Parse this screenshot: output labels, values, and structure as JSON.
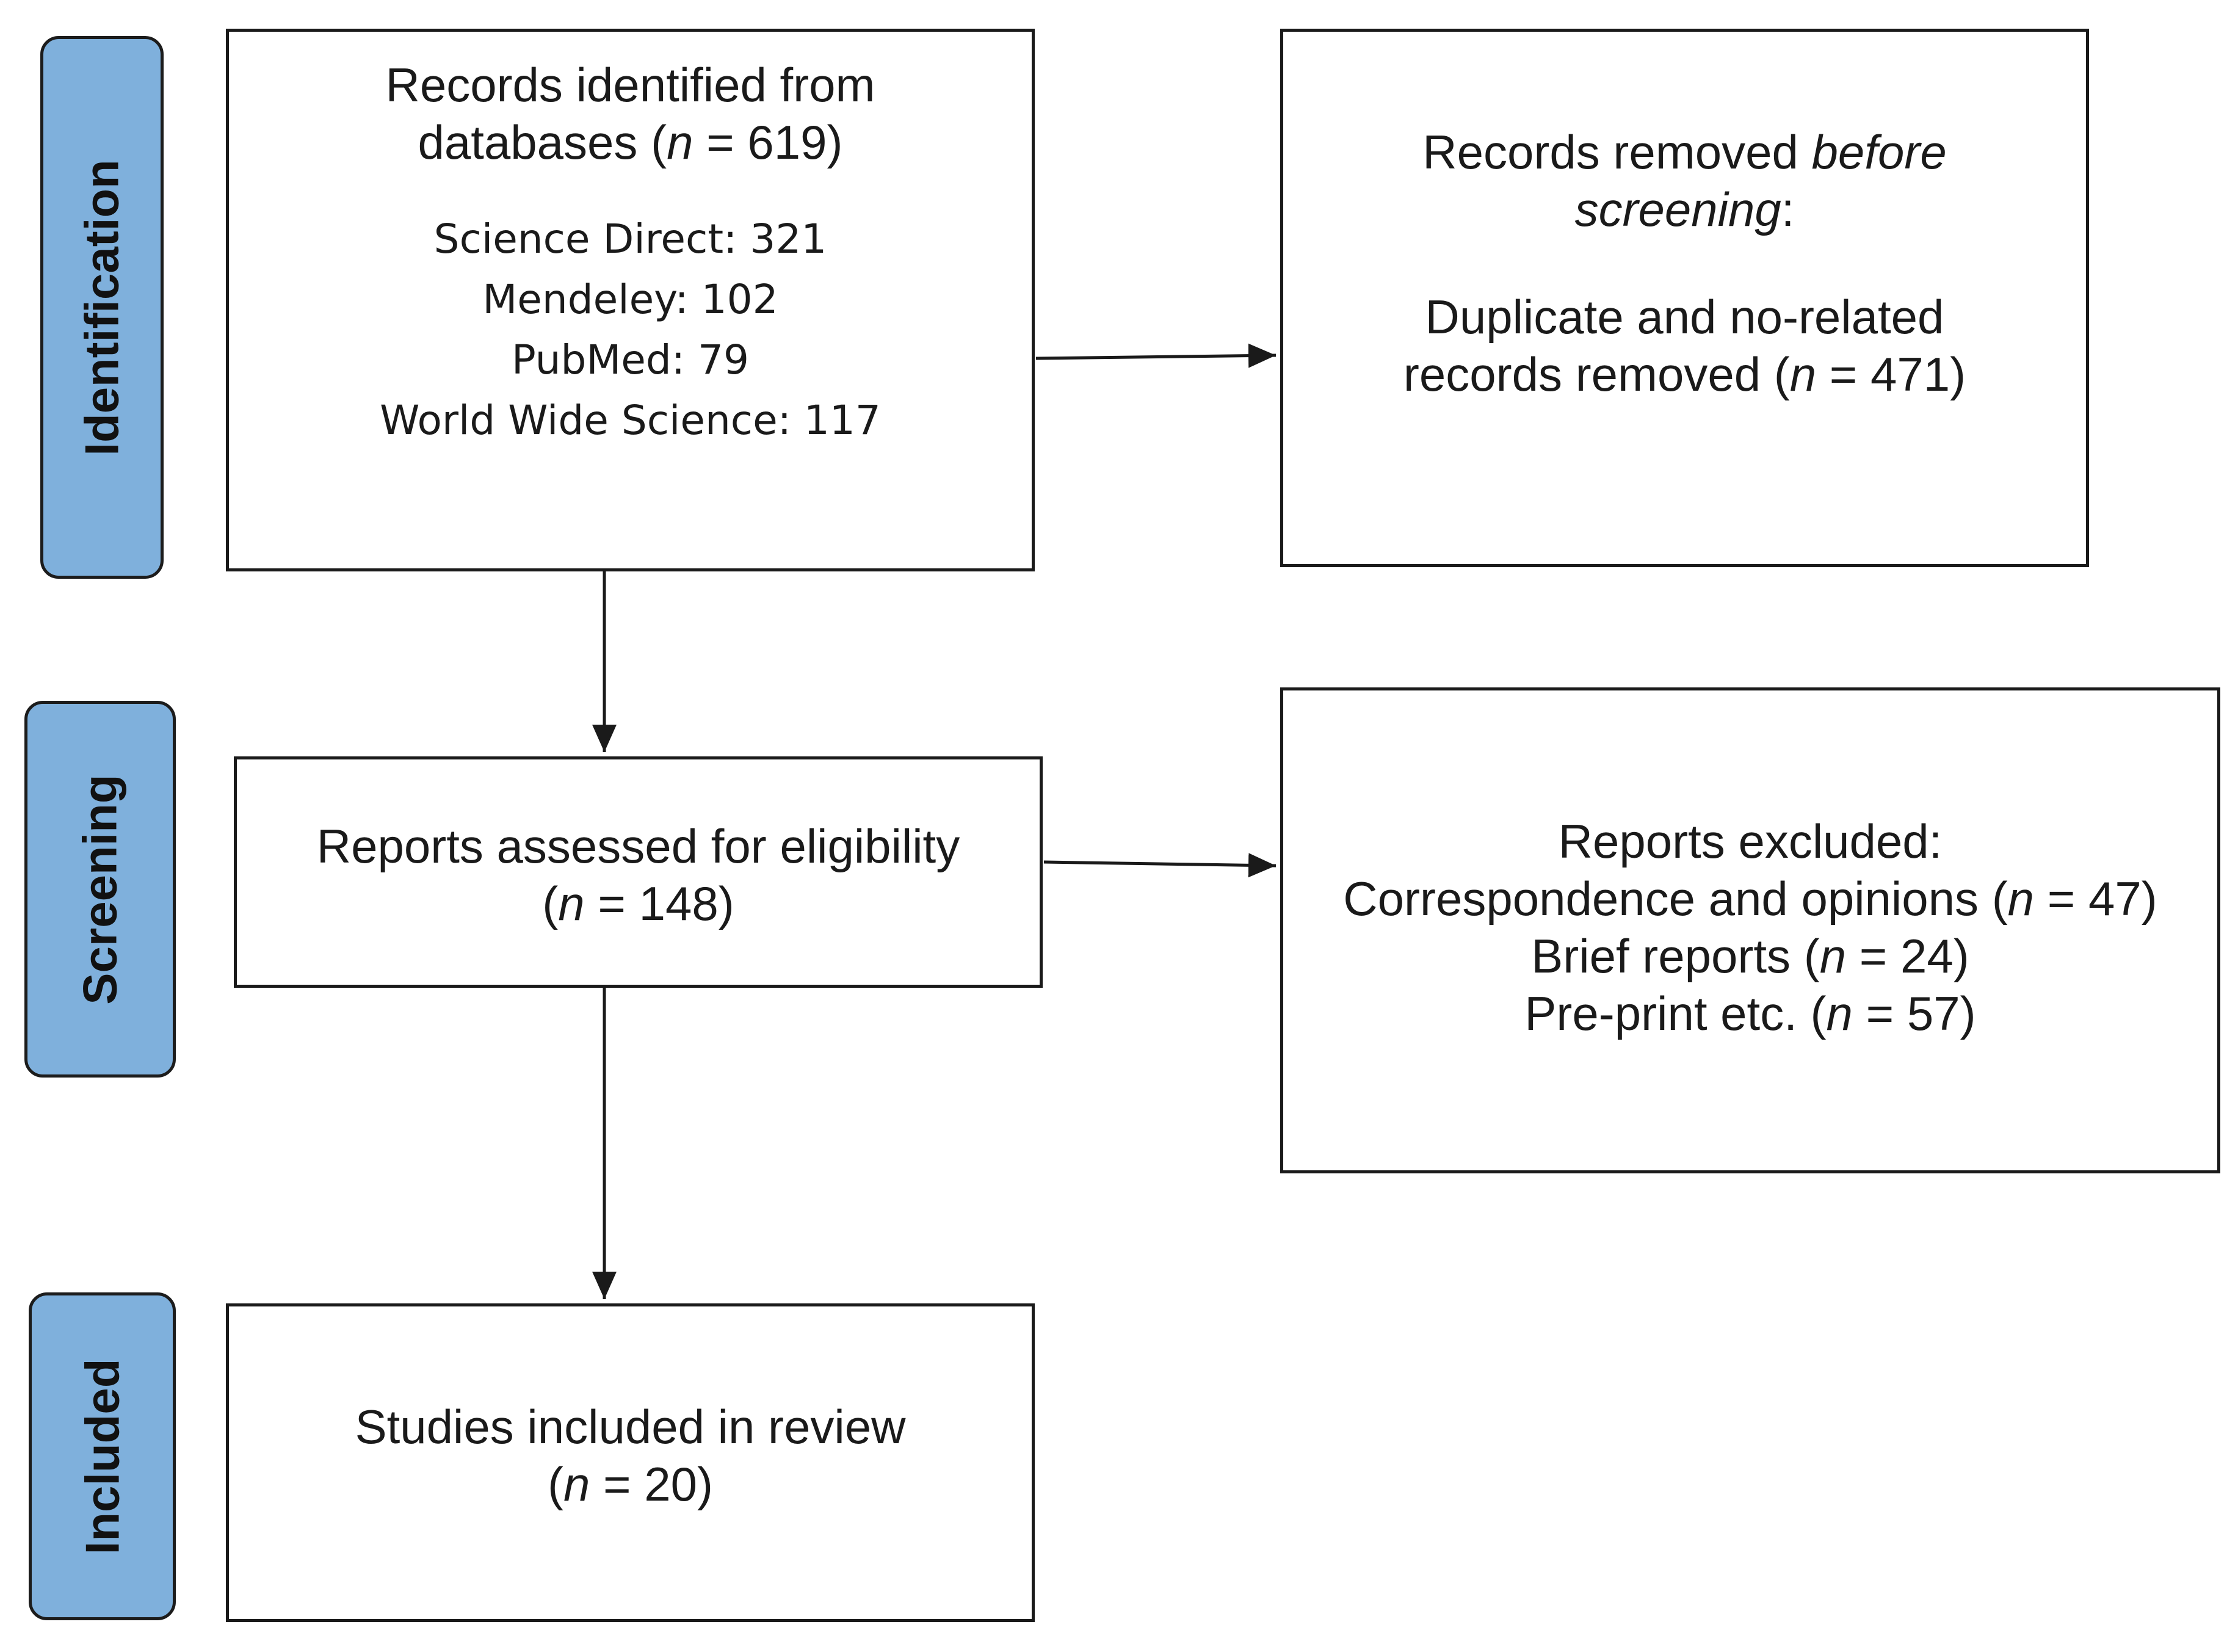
{
  "phases": {
    "identification": "Identification",
    "screening": "Screening",
    "included": "Included"
  },
  "identified": {
    "line1": "Records identified from",
    "line2_prefix": "databases (",
    "n_symbol": "n",
    "line2_suffix": " = 619)",
    "sources": [
      "Science Direct: 321",
      "Mendeley: 102",
      "PubMed: 79",
      "World Wide Science: 117"
    ]
  },
  "removed": {
    "line1_prefix": "Records removed ",
    "line1_emph": "before",
    "line2_emph": "screening",
    "line2_suffix": ":",
    "line3": "Duplicate and no-related",
    "line4_prefix": "records removed (",
    "n_symbol": "n",
    "line4_suffix": " = 471)"
  },
  "assessed": {
    "line1": "Reports assessed for eligibility",
    "line2_prefix": "(",
    "n_symbol": "n",
    "line2_suffix": " = 148)"
  },
  "excluded": {
    "line1": "Reports excluded:",
    "items": [
      {
        "prefix": "Correspondence and opinions (",
        "n": "n",
        "suffix": " = 47)"
      },
      {
        "prefix": "Brief reports (",
        "n": "n",
        "suffix": " = 24)"
      },
      {
        "prefix": "Pre-print etc. (",
        "n": "n",
        "suffix": " = 57)"
      }
    ]
  },
  "included_box": {
    "line1": "Studies included in review",
    "line2_prefix": "(",
    "n_symbol": "n",
    "line2_suffix": " = 20)"
  },
  "colors": {
    "phase_fill": "#7fb0dc",
    "border": "#1a1a1a",
    "background": "#ffffff"
  }
}
